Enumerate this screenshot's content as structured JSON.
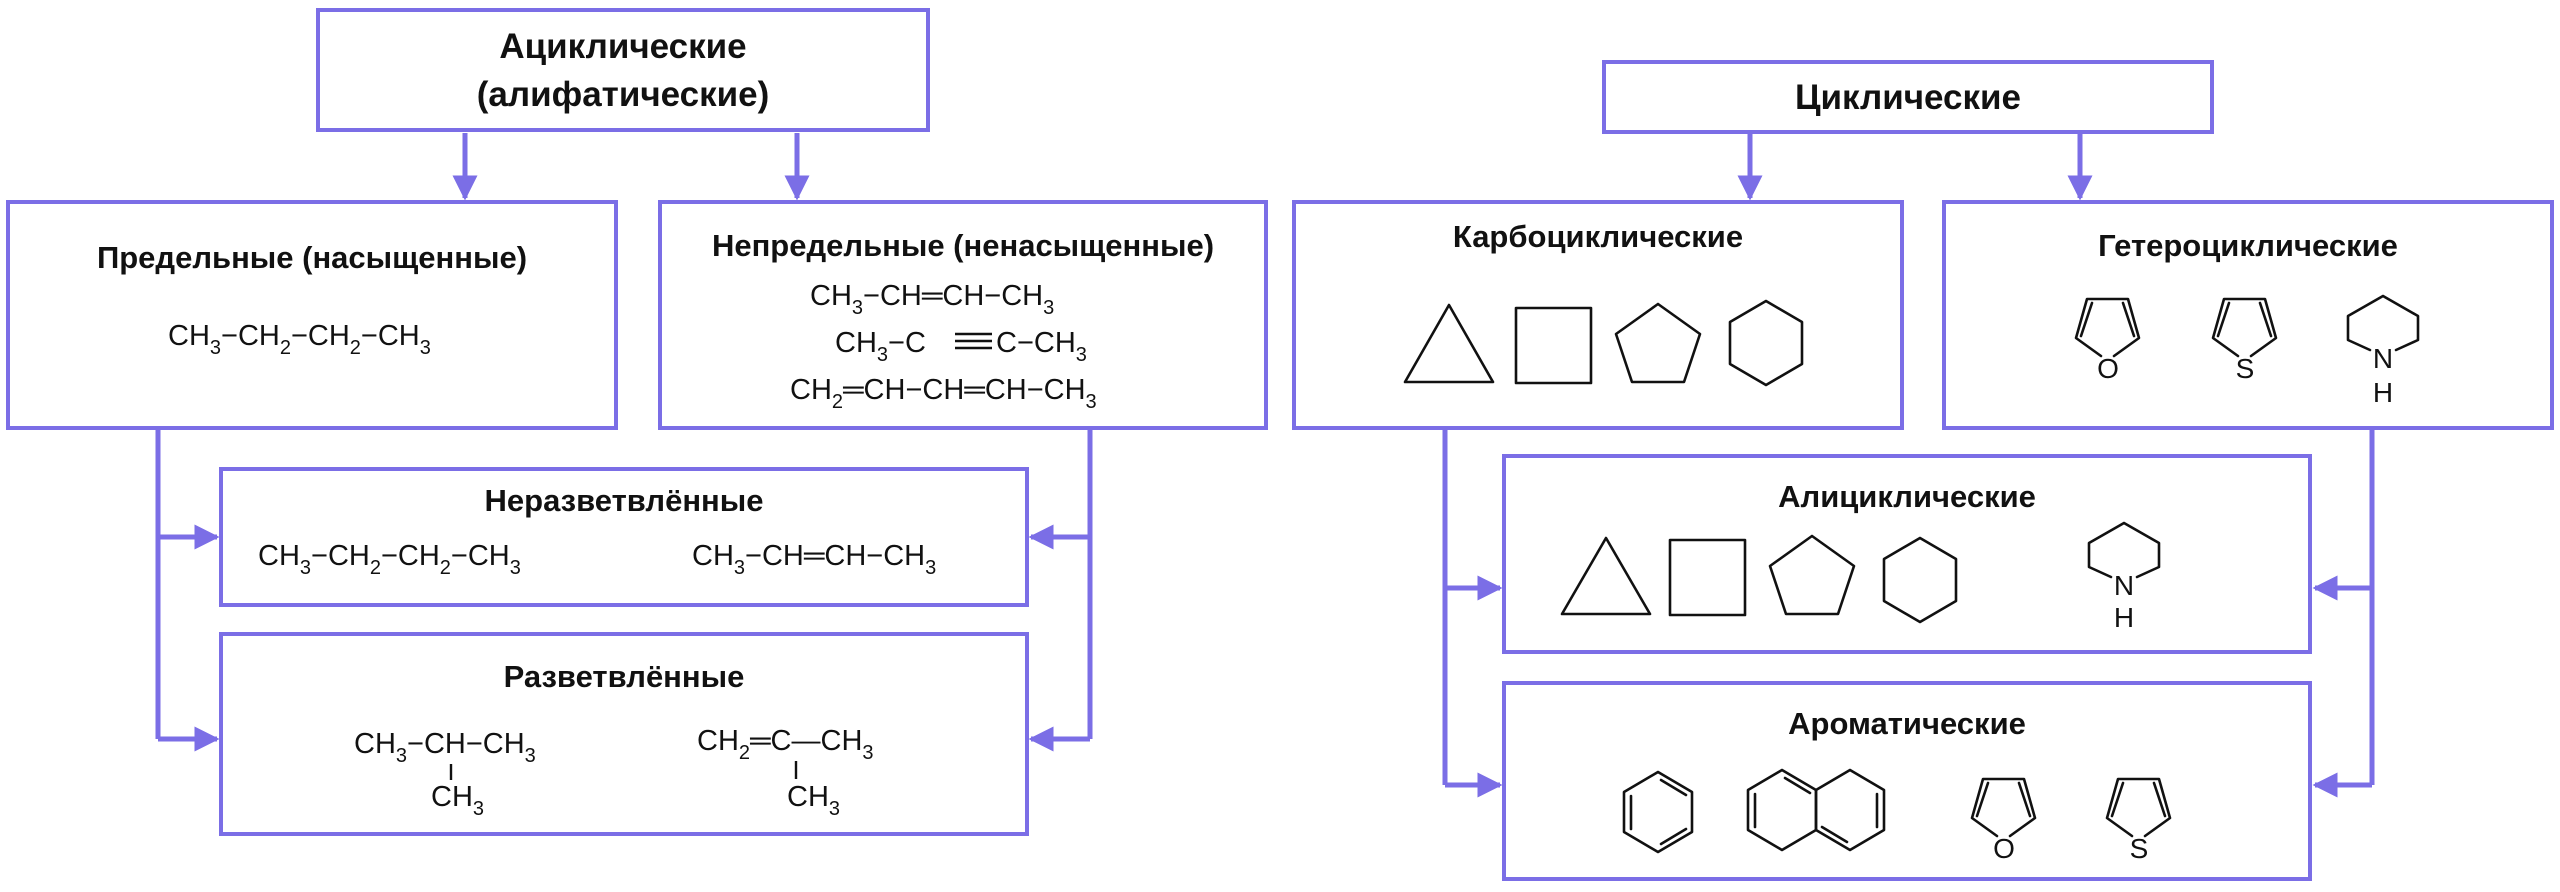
{
  "acyclic": {
    "title_line1": "Ациклические",
    "title_line2": "(алифатические)",
    "saturated": {
      "title": "Предельные (насыщенные)",
      "f1": [
        "CH",
        "3",
        "−CH",
        "2",
        "−CH",
        "2",
        "−CH",
        "3"
      ]
    },
    "unsaturated": {
      "title": "Непредельные (ненасыщенные)",
      "f1": [
        "CH",
        "3",
        "−CH═CH−CH",
        "3"
      ],
      "f2a": [
        "CH",
        "3",
        "−C"
      ],
      "f2b": [
        "C−CH",
        "3"
      ],
      "f3": [
        "CH",
        "2",
        "═CH−CH═CH−CH",
        "3"
      ]
    },
    "unbranched": {
      "title": "Неразветвлённые",
      "f1": [
        "CH",
        "3",
        "−CH",
        "2",
        "−CH",
        "2",
        "−CH",
        "3"
      ],
      "f2": [
        "CH",
        "3",
        "−CH═CH−CH",
        "3"
      ]
    },
    "branched": {
      "title": "Разветвлённые",
      "f1": [
        "CH",
        "3",
        "−CH−CH",
        "3"
      ],
      "f1b": [
        "CH",
        "3"
      ],
      "f2": [
        "CH",
        "2",
        "═C—CH",
        "3"
      ],
      "f2b": [
        "CH",
        "3"
      ]
    }
  },
  "cyclic": {
    "title": "Циклические",
    "carbocyclic": {
      "title": "Карбоциклические"
    },
    "heterocyclic": {
      "title": "Гетероциклические",
      "atom_o": "O",
      "atom_s": "S",
      "atom_nh": "H",
      "atom_n": "N"
    },
    "alicyclic": {
      "title": "Алициклические",
      "atom_n": "N",
      "atom_h": "H"
    },
    "aromatic": {
      "title": "Ароматические",
      "atom_o": "O",
      "atom_s": "S"
    }
  },
  "colors": {
    "box_border": "#7b6ee6",
    "text": "#111111"
  }
}
